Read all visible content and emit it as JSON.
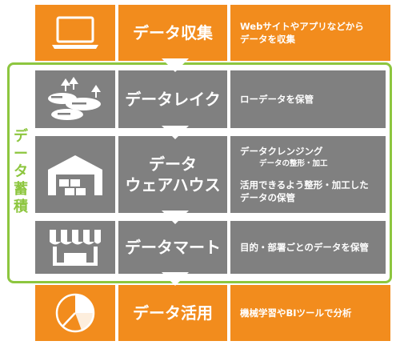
{
  "side_label": [
    "デ",
    "ー",
    "タ",
    "蓄",
    "積"
  ],
  "rows": [
    {
      "icon": "laptop-icon",
      "title": [
        "データ収集"
      ],
      "desc": [
        {
          "text": "Webサイトやアプリなどから"
        },
        {
          "text": "データを収集"
        }
      ]
    },
    {
      "icon": "data-lake-icon",
      "title": [
        "データレイク"
      ],
      "desc": [
        {
          "text": "ローデータを保管"
        }
      ]
    },
    {
      "icon": "warehouse-icon",
      "title": [
        "データ",
        "ウェアハウス"
      ],
      "desc": [
        {
          "text": "データクレンジング"
        },
        {
          "text": "データの整形・加工",
          "sub": true
        },
        {
          "text": "活用できるよう整形・加工した",
          "gap": true
        },
        {
          "text": "データの保管"
        }
      ]
    },
    {
      "icon": "store-icon",
      "title": [
        "データマート"
      ],
      "desc": [
        {
          "text": "目的・部署ごとのデータを保管"
        }
      ]
    },
    {
      "icon": "pie-chart-icon",
      "title": [
        "データ活用"
      ],
      "desc": [
        {
          "text": "機械学習やBIツールで分析"
        }
      ]
    }
  ],
  "colors": {
    "orange": "#f28c1d",
    "gray": "#808080",
    "green": "#8dc63f"
  }
}
